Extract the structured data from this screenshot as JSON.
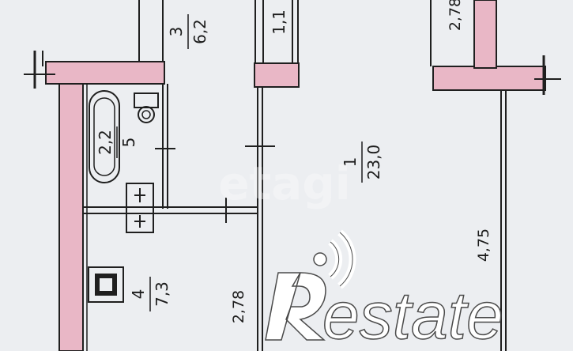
{
  "rooms": [
    {
      "id": "room-3",
      "number": "3",
      "area": "6,2"
    },
    {
      "id": "room-1",
      "number": "1",
      "area": "23,0"
    },
    {
      "id": "room-5",
      "number": "5",
      "area": "2,2"
    },
    {
      "id": "room-4",
      "number": "4",
      "area": "7,3"
    },
    {
      "id": "room-top",
      "area": "1,1"
    }
  ],
  "dimensions": {
    "top_right": "2,78",
    "right": "4,75",
    "bottom_mid": "2,78"
  },
  "watermark": {
    "mid_text": "etagi",
    "brand_text": "estate"
  },
  "colors": {
    "wall_fill": "#e9b7c6",
    "line": "#1f1f1f",
    "paper": "#eceef1"
  }
}
